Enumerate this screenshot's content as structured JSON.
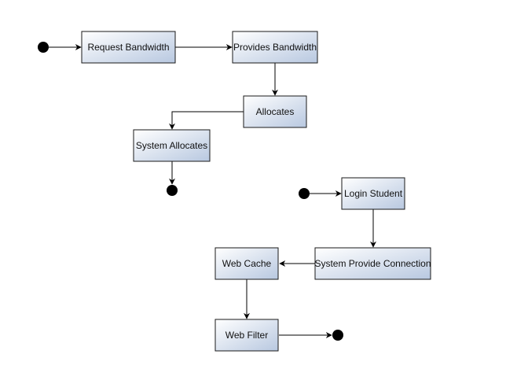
{
  "diagram": {
    "nodes": [
      {
        "id": "request-bandwidth",
        "label": "Request Bandwidth"
      },
      {
        "id": "provides-bandwidth",
        "label": "Provides Bandwidth"
      },
      {
        "id": "allocates",
        "label": "Allocates"
      },
      {
        "id": "system-allocates",
        "label": "System Allocates"
      },
      {
        "id": "login-student",
        "label": "Login Student"
      },
      {
        "id": "system-provide-connection",
        "label": "System Provide Connection"
      },
      {
        "id": "web-cache",
        "label": "Web Cache"
      },
      {
        "id": "web-filter",
        "label": "Web Filter"
      }
    ],
    "initial_nodes": [
      "start-1",
      "start-2"
    ],
    "final_nodes": [
      "end-1",
      "end-2"
    ],
    "edges": [
      {
        "from": "start-1",
        "to": "request-bandwidth"
      },
      {
        "from": "request-bandwidth",
        "to": "provides-bandwidth"
      },
      {
        "from": "provides-bandwidth",
        "to": "allocates"
      },
      {
        "from": "allocates",
        "to": "system-allocates"
      },
      {
        "from": "system-allocates",
        "to": "end-1"
      },
      {
        "from": "start-2",
        "to": "login-student"
      },
      {
        "from": "login-student",
        "to": "system-provide-connection"
      },
      {
        "from": "system-provide-connection",
        "to": "web-cache"
      },
      {
        "from": "web-cache",
        "to": "web-filter"
      },
      {
        "from": "web-filter",
        "to": "end-2"
      }
    ],
    "colors": {
      "node_fill_light": "#ffffff",
      "node_fill_dark": "#b8c8e0",
      "stroke": "#1a1a1a",
      "marker": "#000000"
    }
  }
}
